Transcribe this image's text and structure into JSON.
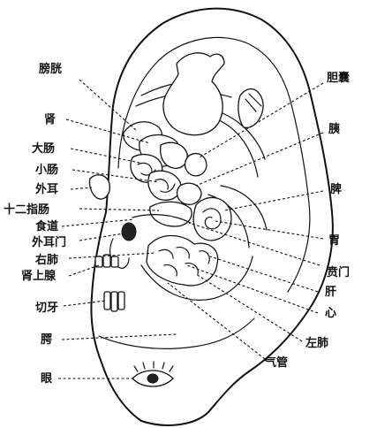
{
  "labels": {
    "bladder": "膀胱",
    "kidney": "肾",
    "large_intestine": "大肠",
    "small_intestine": "小肠",
    "outer_ear": "外耳",
    "duodenum": "十二指肠",
    "esophagus": "食道",
    "ear_opening": "外耳门",
    "right_lung": "右肺",
    "adrenal": "肾上腺",
    "incisor": "切牙",
    "cheek": "腭",
    "eye": "眼",
    "gallbladder": "胆囊",
    "pancreas": "胰",
    "spleen": "脾",
    "stomach": "胃",
    "cardia": "贲门",
    "liver": "肝",
    "heart": "心",
    "left_lung": "左肺",
    "trachea": "气管"
  }
}
